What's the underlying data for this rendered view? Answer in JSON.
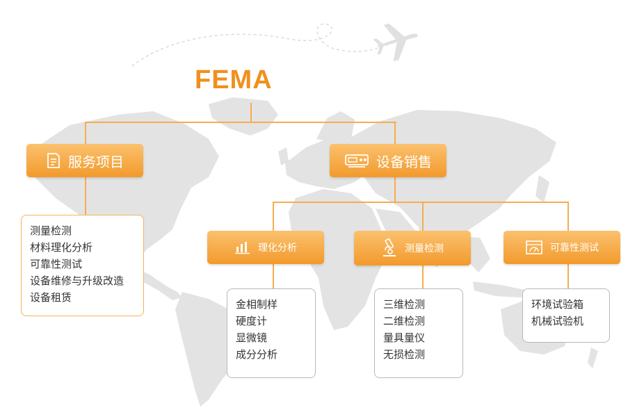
{
  "logo": {
    "text": "FEMA"
  },
  "colors": {
    "accent": "#f29a2c",
    "line": "#f6ad4d",
    "map": "#e3e3e3",
    "text": "#333333"
  },
  "service": {
    "label": "服务项目",
    "icon": "document-icon",
    "items": [
      "测量检测",
      "材料理化分析",
      "可靠性测试",
      "设备维修与升级改造",
      "设备租赁"
    ]
  },
  "equipment": {
    "label": "设备销售",
    "icon": "instrument-icon"
  },
  "categories": [
    {
      "label": "理化分析",
      "icon": "bar-chart-icon",
      "items": [
        "金相制样",
        "硬度计",
        "显微镜",
        "成分分析"
      ]
    },
    {
      "label": "测量检测",
      "icon": "microscope-icon",
      "items": [
        "三维检测",
        "二维检测",
        "量具量仪",
        "无损检测"
      ]
    },
    {
      "label": "可靠性测试",
      "icon": "test-chamber-icon",
      "items": [
        "环境试验箱",
        "机械试验机"
      ]
    }
  ]
}
